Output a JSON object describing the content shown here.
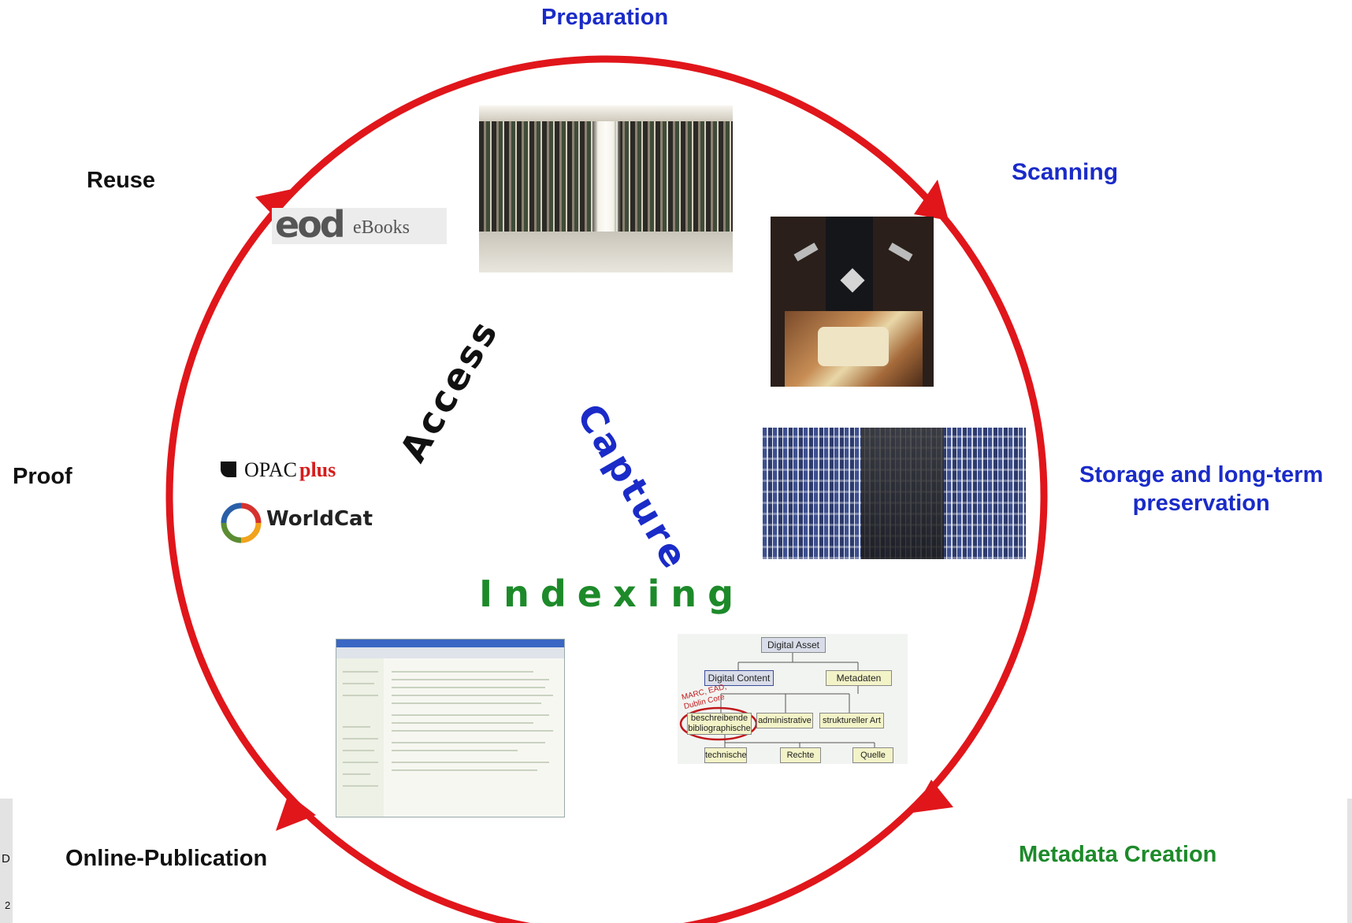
{
  "stages": {
    "preparation": "Preparation",
    "scanning": "Scanning",
    "storage_line1": "Storage and long-term",
    "storage_line2": "preservation",
    "metadata_creation": "Metadata Creation",
    "online_publication": "Online-Publication",
    "proof": "Proof",
    "reuse": "Reuse"
  },
  "center": {
    "access": "Access",
    "capture": "Capture",
    "indexing": "Indexing"
  },
  "logos": {
    "eod_mark": "eod",
    "eod_text": "eBooks",
    "opac_main": "OPAC",
    "opac_plus": "plus",
    "worldcat": "WorldCat"
  },
  "metadata_tree": {
    "root": "Digital Asset",
    "level1": [
      "Digital Content",
      "Metadaten"
    ],
    "annotation": "MARC, EAD, Dublin Core",
    "level2": [
      "beschreibende bibliographische",
      "administrative",
      "struktureller Art"
    ],
    "level3": [
      "technische",
      "Rechte",
      "Quelle"
    ]
  },
  "edge_fragments": {
    "left_letter": "D",
    "left_number": "2"
  },
  "colors": {
    "circle": "#e0161b",
    "blue_label": "#1a2bc8",
    "green_label": "#1d8a2a",
    "black_label": "#111111"
  }
}
